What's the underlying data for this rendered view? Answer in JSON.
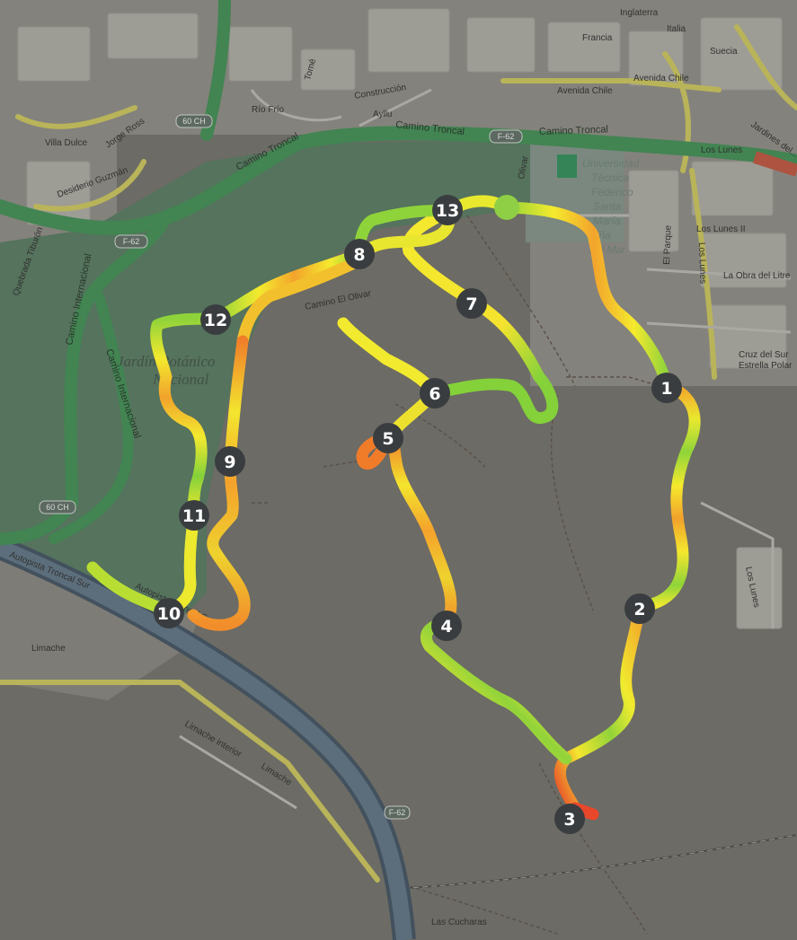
{
  "map": {
    "colors": {
      "background": "#6f6e68",
      "park": "#55775f",
      "main_road": "#3f8a52",
      "highway": "#4f6373",
      "secondary_road": "#c7c15a",
      "marker_fill": "#3a3d40",
      "start_dot": "#8fcf45"
    },
    "area_labels": {
      "garden_line1": "Jardín Botánico",
      "garden_line2": "Nacional",
      "university_line1": "Universidad",
      "university_line2": "Técnica",
      "university_line3": "Federico",
      "university_line4": "Santa",
      "university_line5": "María",
      "university_line6": "Viña",
      "university_line7": "del Mar"
    },
    "road_labels": {
      "camino_troncal_1": "Camino Troncal",
      "camino_troncal_2": "Camino Troncal",
      "camino_troncal_3": "Camino Troncal",
      "camino_internacional_1": "Camino Internacional",
      "camino_internacional_2": "Camino Internacional",
      "camino_el_olivar": "Camino El Olivar",
      "autopista_1": "Autopista Troncal Sur",
      "autopista_2": "Autopista Troncal Sur",
      "limache_1": "Limache",
      "limache_2": "Limache",
      "limache_interior": "Limache interior",
      "los_lunes_1": "Los Lunes",
      "los_lunes_2": "Los Lunes",
      "los_lunes_ii": "Los Lunes II",
      "los_lunes_3": "Los Lunes",
      "la_obra": "La Obra del Litre",
      "cruz_del_sur": "Cruz del Sur",
      "estrella": "Estrella Polar",
      "villa_dulce": "Villa Dulce",
      "jorge_ross": "Jorge Ross",
      "desiderio": "Desiderio Guzmán",
      "quebrada": "Quebrada Tiburón",
      "inglaterra": "Inglaterra",
      "italia": "Italia",
      "avenida_chile": "Avenida Chile",
      "jardines": "Jardines del...",
      "el_parque": "El Parque",
      "olivar": "Olivar",
      "las_cucharas": "Las Cucharas",
      "rio_frio": "Río Frío",
      "construccion": "Construcción",
      "ayllu": "Ayllu",
      "tome": "Tomé",
      "suecia": "Suecia",
      "francia": "Francia"
    },
    "route_shields": {
      "ch60_top": "60 CH",
      "f62_top": "F-62",
      "f62_left": "F-62",
      "ch60_left": "60 CH",
      "f62_bottom": "F-62"
    },
    "waypoints": [
      {
        "number": "1"
      },
      {
        "number": "2"
      },
      {
        "number": "3"
      },
      {
        "number": "4"
      },
      {
        "number": "5"
      },
      {
        "number": "6"
      },
      {
        "number": "7"
      },
      {
        "number": "8"
      },
      {
        "number": "9"
      },
      {
        "number": "10"
      },
      {
        "number": "11"
      },
      {
        "number": "12"
      },
      {
        "number": "13"
      }
    ],
    "heat_scale": {
      "slow": "#e24b2a",
      "medium": "#f59b2c",
      "fast": "#f3ee2c",
      "very_fast": "#7fd23a"
    }
  }
}
